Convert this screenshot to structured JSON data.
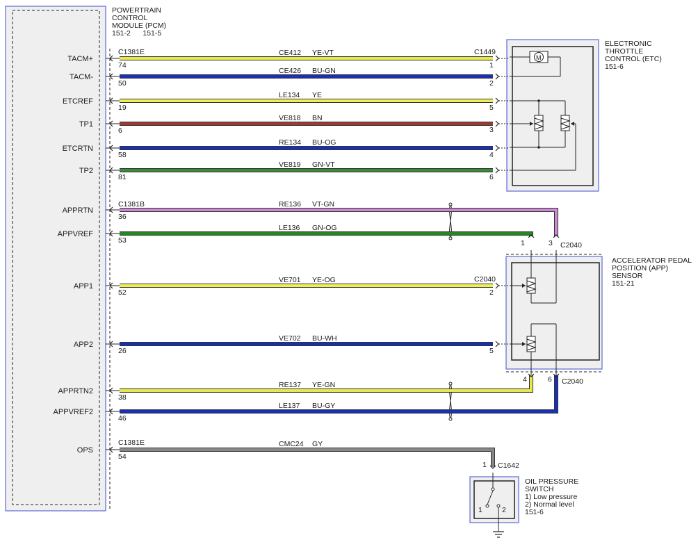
{
  "pcm": {
    "title": [
      "POWERTRAIN",
      "CONTROL",
      "MODULE (PCM)"
    ],
    "refs": "151-2      151-5"
  },
  "etc": {
    "title": [
      "ELECTRONIC",
      "THROTTLE",
      "CONTROL (ETC)"
    ],
    "ref": "151-6",
    "motor_label": "M"
  },
  "app_sensor": {
    "title": [
      "ACCELERATOR PEDAL",
      "POSITION (APP)",
      "SENSOR"
    ],
    "ref": "151-21"
  },
  "ops_switch": {
    "title": [
      "OIL PRESSURE",
      "SWITCH"
    ],
    "notes": [
      "1) Low pressure",
      "2) Normal level"
    ],
    "ref": "151-6",
    "pin1": "1",
    "pin2": "2"
  },
  "connectors": {
    "c1381e_top": "C1381E",
    "c1449": "C1449",
    "c1381b": "C1381B",
    "c2040_a": "C2040",
    "c2040_b": "C2040",
    "c2040_c": "C2040",
    "c1381e_bottom": "C1381E",
    "c1642": "C1642"
  },
  "circuits": [
    {
      "signal": "TACM+",
      "pcm_pin": "74",
      "circuit": "CE412",
      "color_code": "YE-VT",
      "far_pin": "1",
      "color": "#e8e84a"
    },
    {
      "signal": "TACM-",
      "pcm_pin": "50",
      "circuit": "CE426",
      "color_code": "BU-GN",
      "far_pin": "2",
      "color": "#1a2fb8"
    },
    {
      "signal": "ETCREF",
      "pcm_pin": "19",
      "circuit": "LE134",
      "color_code": "YE",
      "far_pin": "5",
      "color": "#eeee55"
    },
    {
      "signal": "TP1",
      "pcm_pin": "6",
      "circuit": "VE818",
      "color_code": "BN",
      "far_pin": "3",
      "color": "#a03a32"
    },
    {
      "signal": "ETCRTN",
      "pcm_pin": "58",
      "circuit": "RE134",
      "color_code": "BU-OG",
      "far_pin": "4",
      "color": "#1a2fb8"
    },
    {
      "signal": "TP2",
      "pcm_pin": "81",
      "circuit": "VE819",
      "color_code": "GN-VT",
      "far_pin": "6",
      "color": "#3a8a3a"
    },
    {
      "signal": "APPRTN",
      "pcm_pin": "36",
      "circuit": "RE136",
      "color_code": "VT-GN",
      "far_pin": "3",
      "color": "#c88ad0"
    },
    {
      "signal": "APPVREF",
      "pcm_pin": "53",
      "circuit": "LE136",
      "color_code": "GN-OG",
      "far_pin": "1",
      "color": "#1f8a1f"
    },
    {
      "signal": "APP1",
      "pcm_pin": "52",
      "circuit": "VE701",
      "color_code": "YE-OG",
      "far_pin": "2",
      "color": "#eeee55"
    },
    {
      "signal": "APP2",
      "pcm_pin": "26",
      "circuit": "VE702",
      "color_code": "BU-WH",
      "far_pin": "5",
      "color": "#1a2fb8"
    },
    {
      "signal": "APPRTN2",
      "pcm_pin": "38",
      "circuit": "RE137",
      "color_code": "YE-GN",
      "far_pin": "4",
      "color": "#e8e84a"
    },
    {
      "signal": "APPVREF2",
      "pcm_pin": "46",
      "circuit": "LE137",
      "color_code": "BU-GY",
      "far_pin": "6",
      "color": "#1a2fb8"
    },
    {
      "signal": "OPS",
      "pcm_pin": "54",
      "circuit": "CMC24",
      "color_code": "GY",
      "far_pin": "1",
      "color": "#888888"
    }
  ],
  "colors": {
    "module_border": "#5a6ad8",
    "module_fill": "#efefef",
    "ink": "#222222"
  }
}
